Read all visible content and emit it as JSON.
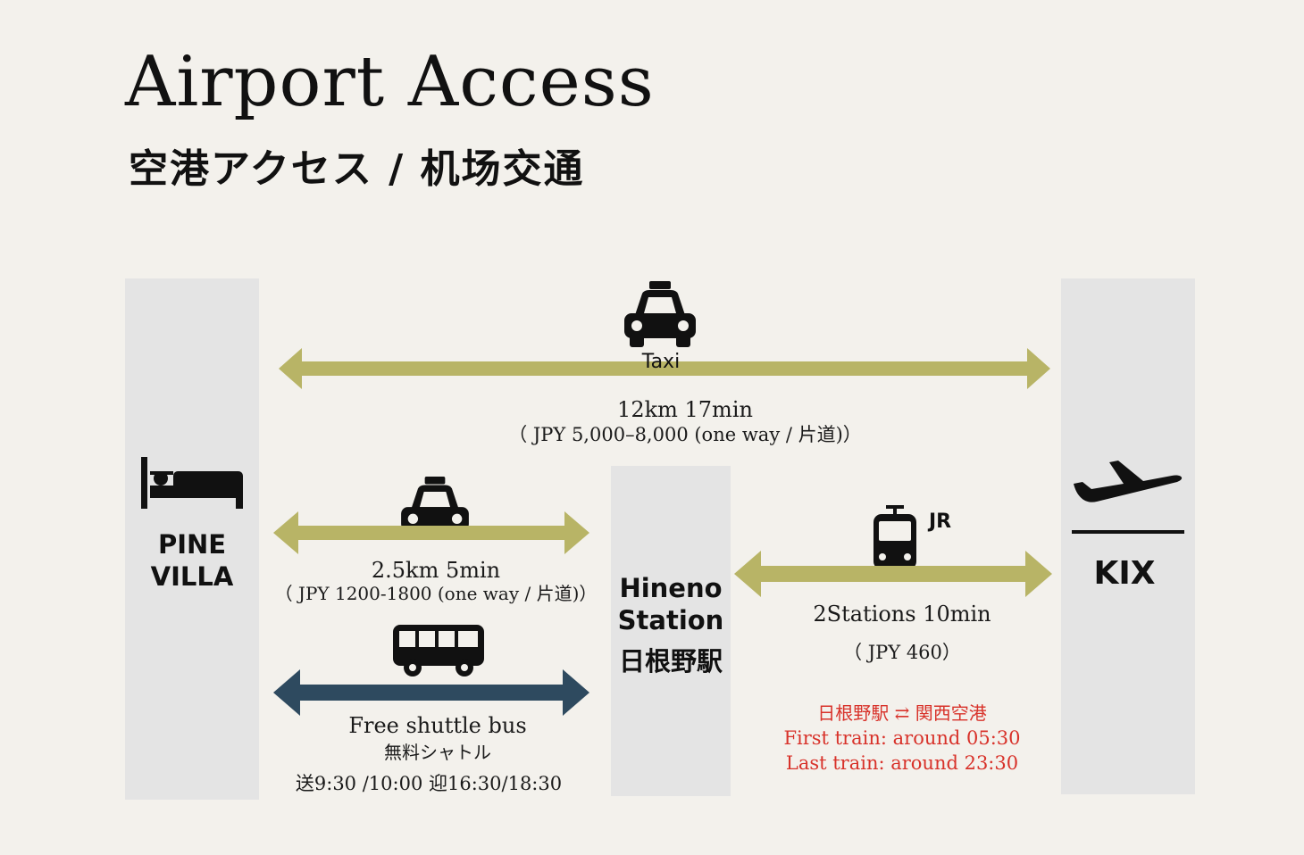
{
  "header": {
    "title": "Airport Access",
    "subtitle": "空港アクセス / 机场交通"
  },
  "colors": {
    "background": "#f3f1ec",
    "column": "#e4e4e4",
    "arrow_olive": "#b8b466",
    "arrow_navy": "#2e4a5f",
    "red_text": "#d8322a"
  },
  "nodes": {
    "villa": {
      "label_line1": "PINE",
      "label_line2": "VILLA",
      "icon": "bed-icon"
    },
    "hineno": {
      "label_line1": "Hineno",
      "label_line2": "Station",
      "label_line3": "日根野駅"
    },
    "kix": {
      "label": "KIX",
      "icon": "airplane-departure-icon"
    }
  },
  "routes": {
    "taxi_direct": {
      "icon": "taxi-icon",
      "label": "Taxi",
      "distance_time": "12km 17min",
      "fare": "（ JPY 5,000–8,000 (one way / 片道)）"
    },
    "taxi_station": {
      "icon": "taxi-icon",
      "distance_time": "2.5km 5min",
      "fare": "（ JPY 1200-1800 (one way / 片道)）"
    },
    "shuttle_bus": {
      "icon": "bus-icon",
      "label": "Free shuttle bus",
      "label_ja": "無料シャトル",
      "schedule": "送9:30 /10:00 迎16:30/18:30"
    },
    "jr_train": {
      "icon": "train-icon",
      "line": "JR",
      "stations_time": "2Stations 10min",
      "fare": "（ JPY 460）",
      "route_ja": "日根野駅 ⇄ 関西空港",
      "first_train": "First train: around 05:30",
      "last_train": "Last train: around 23:30"
    }
  }
}
